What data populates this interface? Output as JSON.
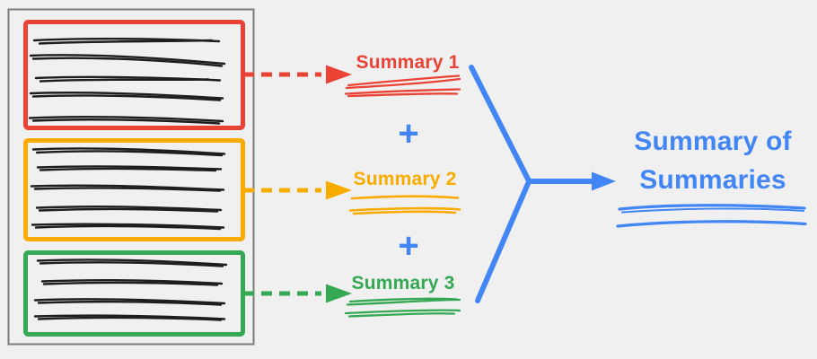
{
  "colors": {
    "red": "#EA4335",
    "orange": "#F9AB00",
    "green": "#34A853",
    "blue": "#4285F4",
    "ink": "#1E1E1E",
    "frame_gray": "#7A7A7A",
    "background": "#F0F0F0"
  },
  "source_document": {
    "sections": [
      {
        "name": "section-1",
        "color": "#EA4335",
        "text_line_count": 5
      },
      {
        "name": "section-2",
        "color": "#F9AB00",
        "text_line_count": 5
      },
      {
        "name": "section-3",
        "color": "#34A853",
        "text_line_count": 4
      }
    ]
  },
  "summaries": [
    {
      "label": "Summary 1",
      "color": "#EA4335"
    },
    {
      "label": "Summary 2",
      "color": "#F9AB00"
    },
    {
      "label": "Summary 3",
      "color": "#34A853"
    }
  ],
  "plus_operator": "+",
  "result": {
    "label": "Summary of Summaries",
    "lines": [
      "Summary of",
      "Summaries"
    ],
    "color": "#4285F4"
  }
}
